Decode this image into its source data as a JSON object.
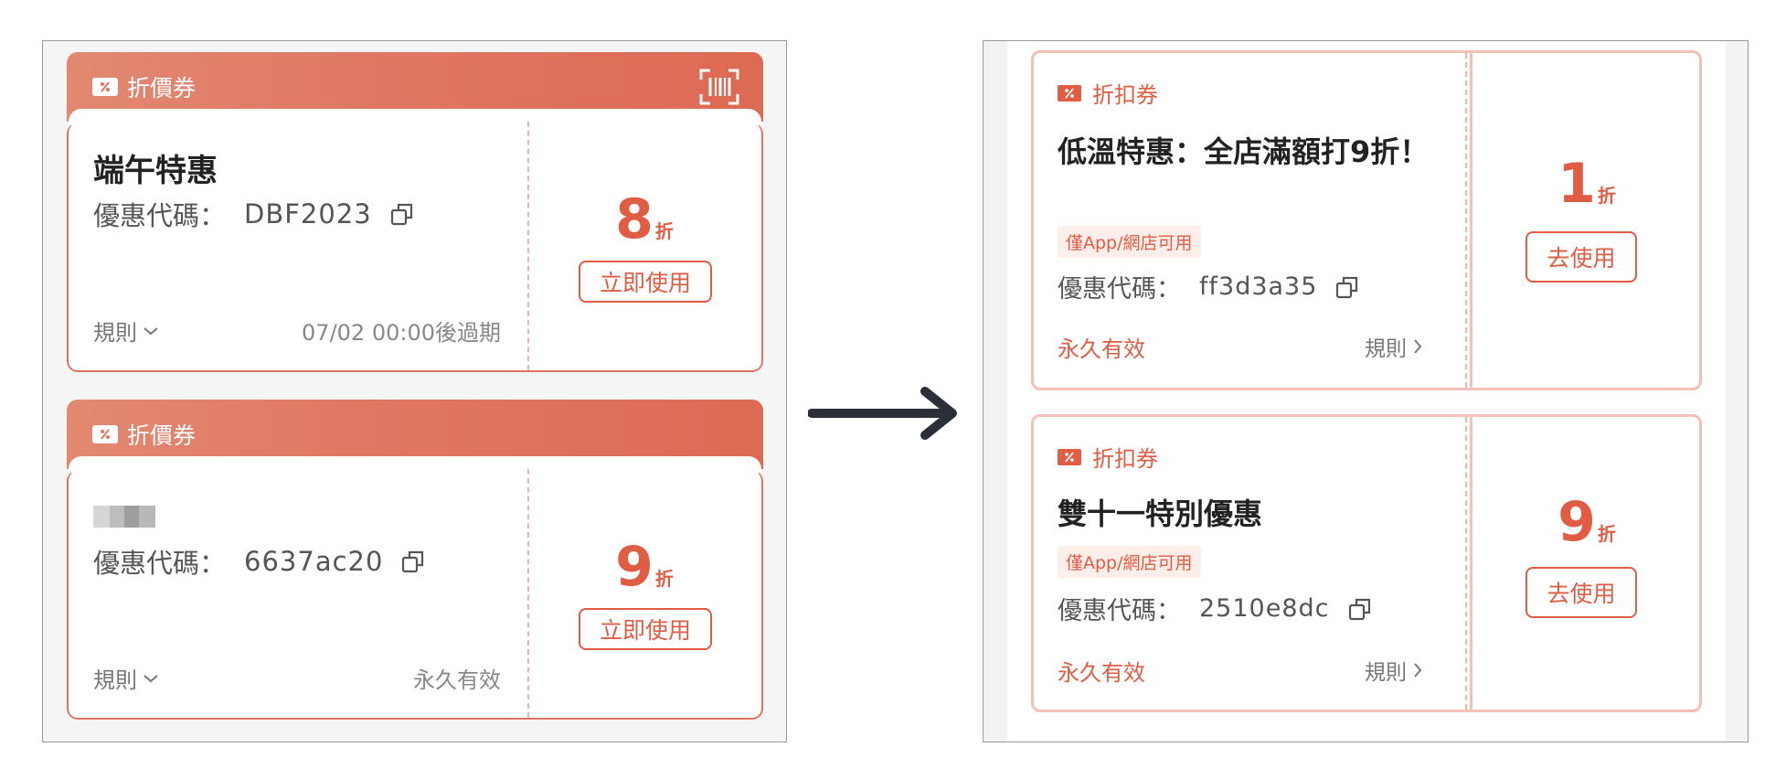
{
  "left": {
    "cards": [
      {
        "type": "折價券",
        "title": "端午特惠",
        "code_label": "優惠代碼：",
        "code": "DBF2023",
        "rules": "規則",
        "expiry": "07/02 00:00後過期",
        "discount": "8",
        "unit": "折",
        "button": "立即使用"
      },
      {
        "type": "折價券",
        "title": "",
        "code_label": "優惠代碼：",
        "code": "6637ac20",
        "rules": "規則",
        "expiry": "永久有效",
        "discount": "9",
        "unit": "折",
        "button": "立即使用"
      }
    ]
  },
  "right": {
    "cards": [
      {
        "type": "折扣券",
        "title": "低溫特惠：全店滿額打9折！",
        "tag": "僅App/網店可用",
        "code_label": "優惠代碼：",
        "code": "ff3d3a35",
        "validity": "永久有效",
        "rules": "規則",
        "discount": "1",
        "unit": "折",
        "button": "去使用"
      },
      {
        "type": "折扣券",
        "title": "雙十一特別優惠",
        "tag": "僅App/網店可用",
        "code_label": "優惠代碼：",
        "code": "2510e8dc",
        "validity": "永久有效",
        "rules": "規則",
        "discount": "9",
        "unit": "折",
        "button": "去使用"
      }
    ]
  },
  "colors": {
    "accent": "#e05c43",
    "header_gradient_start": "#e28871",
    "header_gradient_end": "#dd6a53",
    "card_border_light": "#f4c0b5",
    "tag_background": "#fdeeea",
    "arrow": "#2a2f38"
  },
  "icons": {
    "coupon_tag": "discount-tag-icon",
    "barcode": "barcode-scan-icon",
    "copy": "copy-icon",
    "chevron_down": "chevron-down-icon",
    "chevron_right": "chevron-right-icon",
    "arrow": "arrow-right-icon"
  }
}
